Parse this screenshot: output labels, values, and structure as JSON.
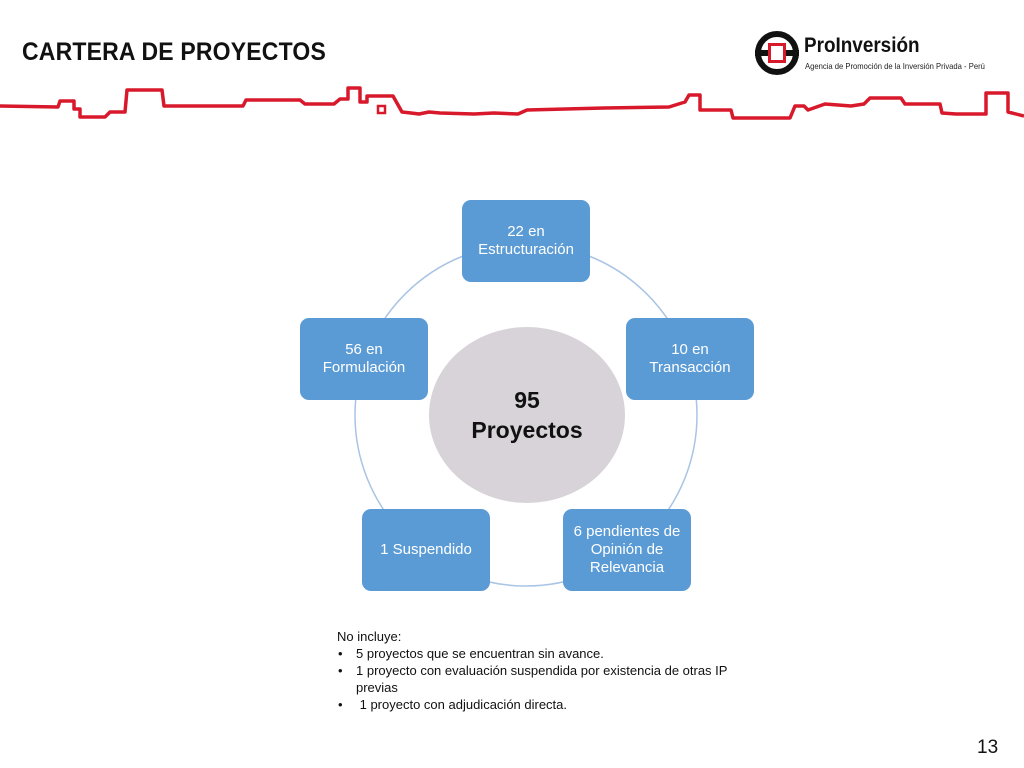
{
  "slide": {
    "title": "CARTERA DE PROYECTOS",
    "page_number": "13"
  },
  "logo": {
    "name": "ProInversión",
    "tagline": "Agencia de Promoción de la Inversión Privada - Perú"
  },
  "colors": {
    "accent_red": "#d8192b",
    "node_blue": "#5b9bd5",
    "center_gray": "#d8d3d8",
    "ring_blue": "#a9c4e4"
  },
  "diagram": {
    "center": {
      "number": "95",
      "label": "Proyectos"
    },
    "nodes": [
      {
        "label": "22 en Estructuración"
      },
      {
        "label": "10 en Transacción"
      },
      {
        "label": "6 pendientes de Opinión de Relevancia"
      },
      {
        "label": "1 Suspendido"
      },
      {
        "label": "56 en Formulación"
      }
    ]
  },
  "notes": {
    "heading": "No incluye:",
    "items": [
      "5  proyectos que se encuentran sin avance.",
      "1 proyecto con evaluación suspendida por existencia de otras IP previas",
      " 1 proyecto con adjudicación directa."
    ]
  }
}
